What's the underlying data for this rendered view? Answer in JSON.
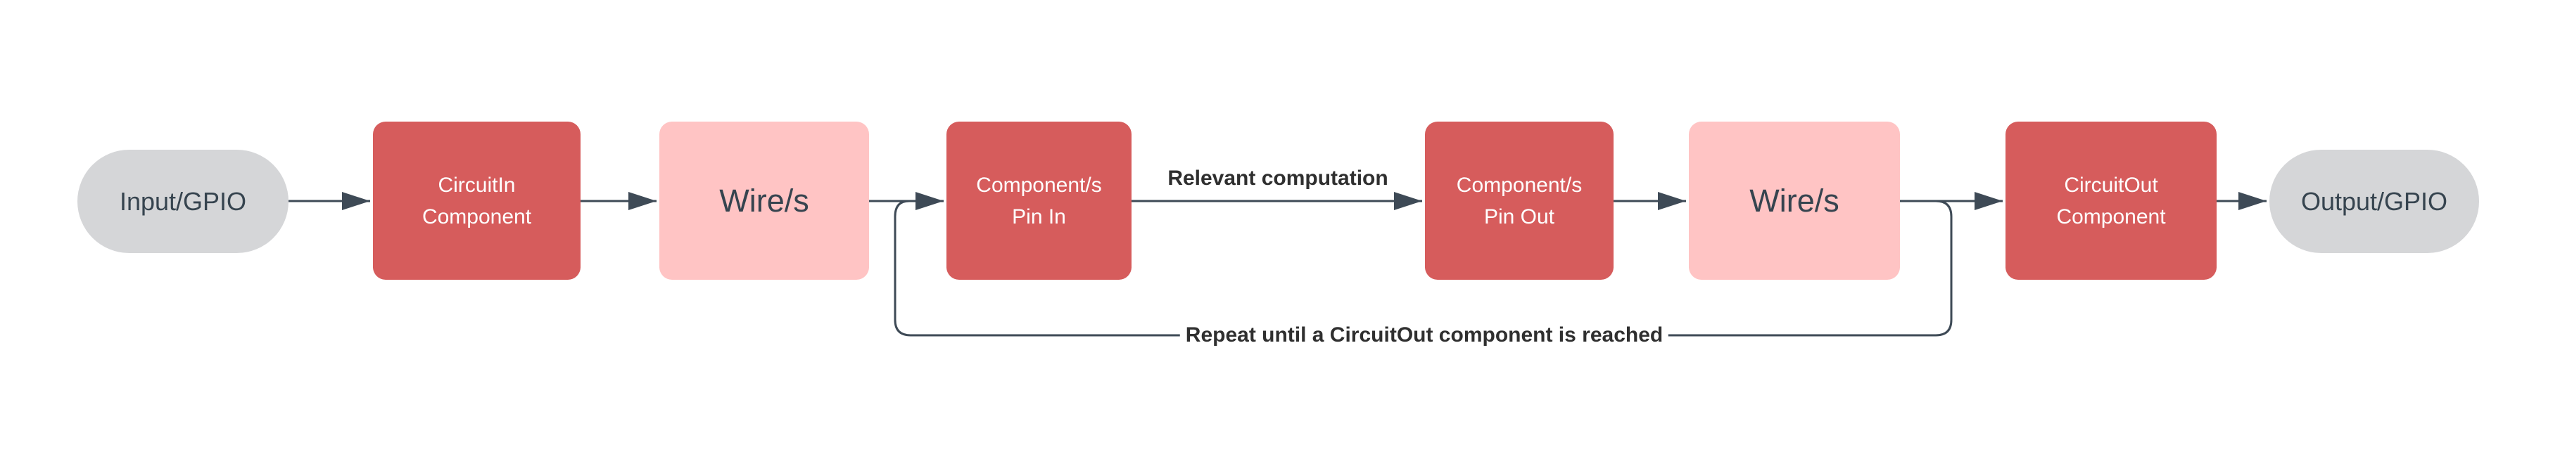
{
  "diagram": {
    "type": "flowchart",
    "background": "#ffffff",
    "colors": {
      "process_red": "#d65c5c",
      "wire_pink": "#ffc4c4",
      "terminator_gray": "#d5d6d8",
      "connector_dark": "#3e4a56",
      "text_on_red": "#ffffff",
      "text_dark_slate": "#36444f",
      "edge_label_text": "#2f2f2f"
    },
    "nodes": [
      {
        "id": "input-gpio",
        "shape": "terminator",
        "label": "Input/GPIO"
      },
      {
        "id": "circuitin-component",
        "shape": "process",
        "label": "CircuitIn\nComponent"
      },
      {
        "id": "wires-1",
        "shape": "wire",
        "label": "Wire/s"
      },
      {
        "id": "components-pin-in",
        "shape": "process",
        "label": "Component/s\nPin In"
      },
      {
        "id": "components-pin-out",
        "shape": "process",
        "label": "Component/s\nPin Out"
      },
      {
        "id": "wires-2",
        "shape": "wire",
        "label": "Wire/s"
      },
      {
        "id": "circuitout-component",
        "shape": "process",
        "label": "CircuitOut\nComponent"
      },
      {
        "id": "output-gpio",
        "shape": "terminator",
        "label": "Output/GPIO"
      }
    ],
    "edges": [
      {
        "from": "input-gpio",
        "to": "circuitin-component",
        "label": ""
      },
      {
        "from": "circuitin-component",
        "to": "wires-1",
        "label": ""
      },
      {
        "from": "wires-1",
        "to": "components-pin-in",
        "label": ""
      },
      {
        "from": "components-pin-in",
        "to": "components-pin-out",
        "label": "Relevant computation"
      },
      {
        "from": "components-pin-out",
        "to": "wires-2",
        "label": ""
      },
      {
        "from": "wires-2",
        "to": "circuitout-component",
        "label": ""
      },
      {
        "from": "circuitout-component",
        "to": "output-gpio",
        "label": ""
      },
      {
        "from": "wires-2",
        "to": "components-pin-in",
        "label": "Repeat until a CircuitOut component is reached",
        "kind": "loop-back"
      }
    ],
    "edge_labels": {
      "computation": "Relevant computation",
      "repeat": "Repeat until a CircuitOut component is reached"
    }
  }
}
